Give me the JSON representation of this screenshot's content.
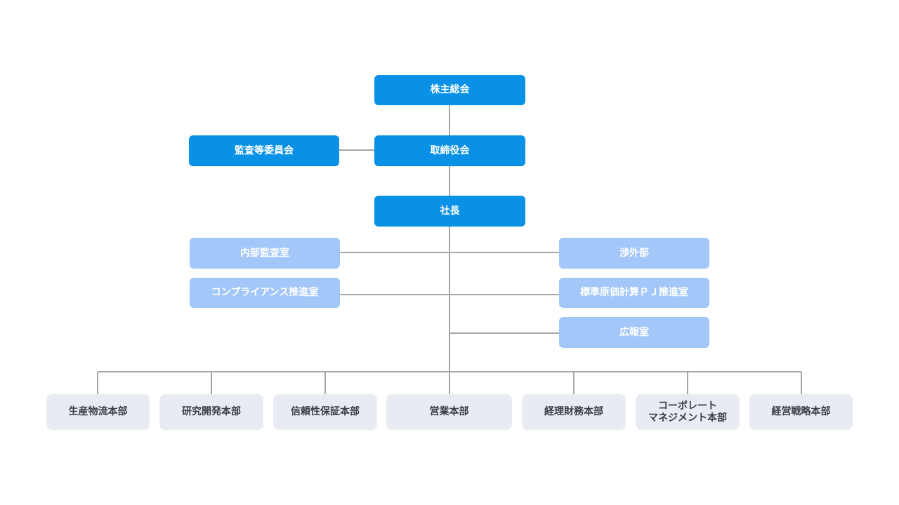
{
  "colors": {
    "top_box": "#0891e6",
    "staff_box": "#a3c7f8",
    "dept_box": "#e8ebf1",
    "dept_text": "#3a3d44",
    "connector": "#a6a6a6"
  },
  "top": {
    "shareholders": "株主総会",
    "board": "取締役会",
    "audit_committee": "監査等委員会",
    "president": "社長"
  },
  "staff": {
    "internal_audit": "内部監査室",
    "compliance": "コンプライアンス推進室",
    "legal": "渉外部",
    "standard_costing": "標準原価計算ＰＪ推進室",
    "pr": "広報室"
  },
  "divisions": [
    {
      "label": "生産物流本部"
    },
    {
      "label": "研究開発本部"
    },
    {
      "label": "信頼性保証本部"
    },
    {
      "label": "営業本部"
    },
    {
      "label": "経理財務本部"
    },
    {
      "label_line1": "コーポレート",
      "label_line2": "マネジメント本部"
    },
    {
      "label": "経営戦略本部"
    }
  ]
}
